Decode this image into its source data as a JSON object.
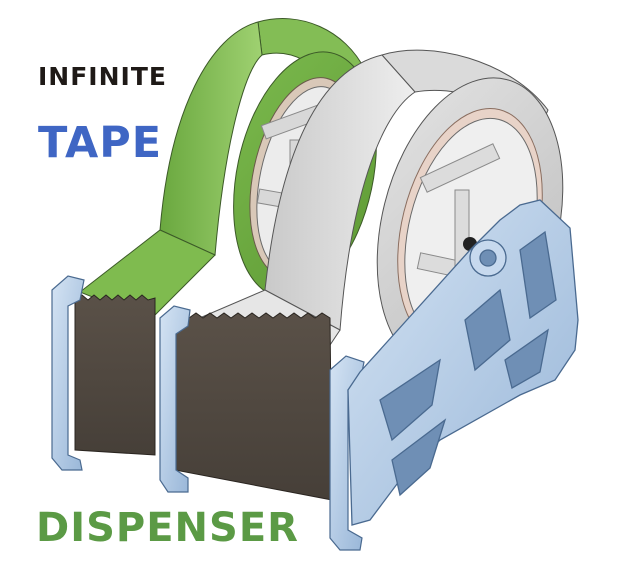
{
  "title": {
    "line1": "INFINITE",
    "line2": "TAPE",
    "line3": "DISPENSER"
  },
  "colors": {
    "line1": "#1f1a17",
    "line2": "#3f66c4",
    "line3": "#5b9a45",
    "green_tape": "#8cc55f",
    "white_tape": "#e4e4e4",
    "frame": "#b7cde6",
    "blade_panel": "#4f4840"
  }
}
